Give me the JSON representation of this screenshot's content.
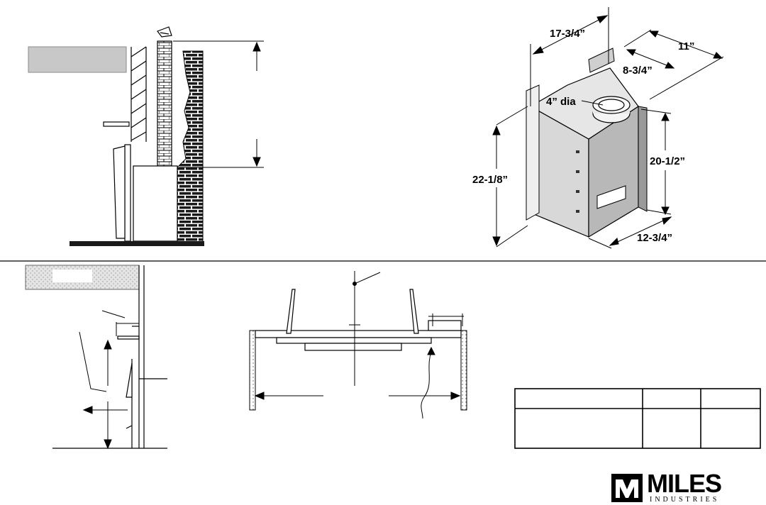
{
  "dimensions": {
    "top_width": "17-3/4”",
    "depth": "11”",
    "inner_depth": "8-3/4”",
    "flue": "4” dia",
    "overall_height": "22-1/8”",
    "side_height": "20-1/2”",
    "bottom_depth": "12-3/4”"
  },
  "brand": {
    "name": "MILES",
    "subtitle": "INDUSTRIES"
  },
  "colors": {
    "line": "#000000",
    "shaded": "#c8c8c8",
    "brick_dark": "#1a1a1a"
  }
}
